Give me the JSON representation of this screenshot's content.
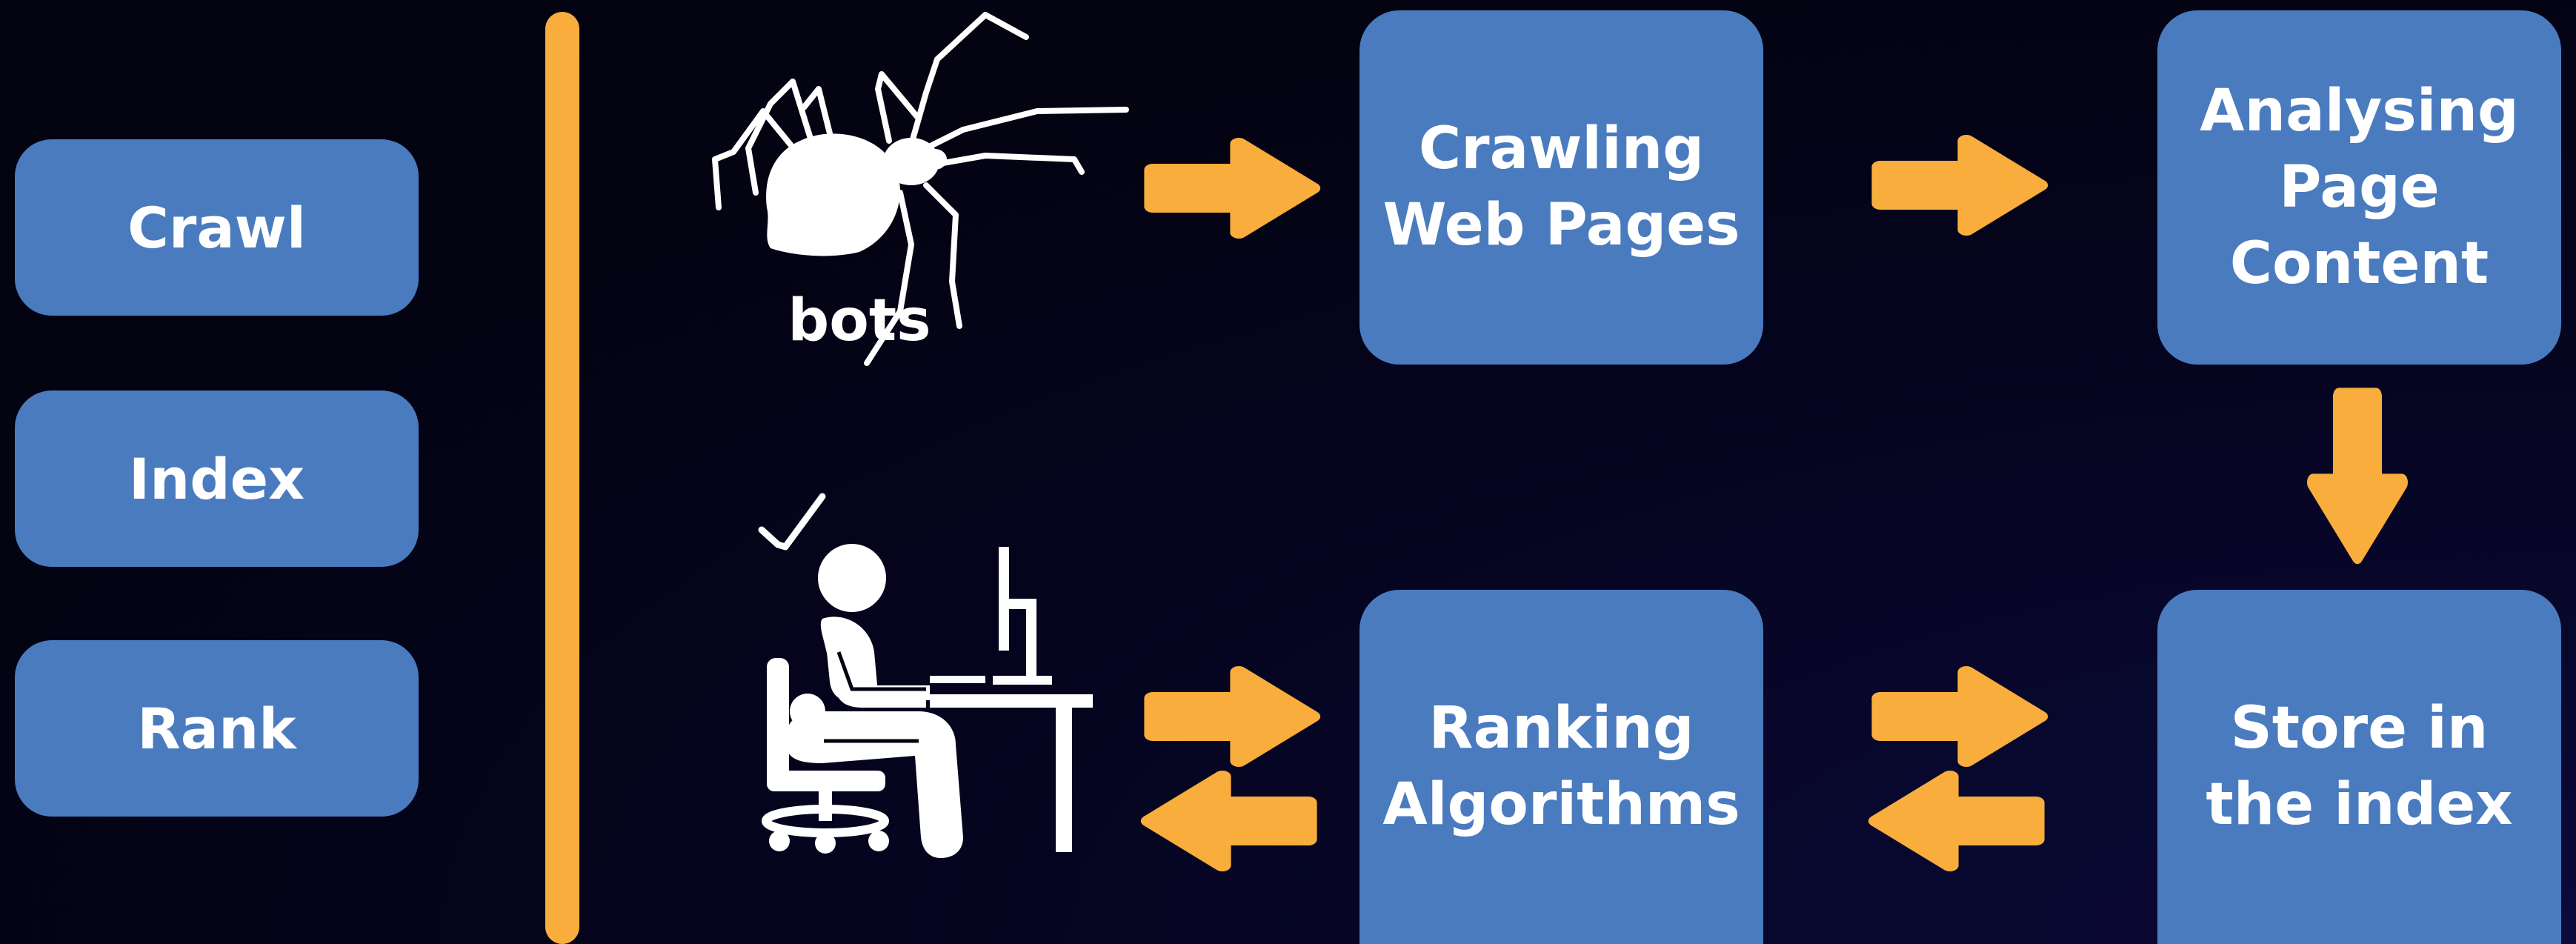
{
  "side_steps": [
    {
      "label": "Crawl"
    },
    {
      "label": "Index"
    },
    {
      "label": "Rank"
    }
  ],
  "bots_label": "bots",
  "flow": {
    "crawling": "Crawling\nWeb Pages",
    "analysing": "Analysing\nPage\nContent",
    "store": "Store in\nthe index",
    "ranking": "Ranking\nAlgorithms"
  },
  "icons": {
    "spider": "spider-icon",
    "person": "person-at-desk-icon",
    "check": "checkmark-icon"
  },
  "colors": {
    "box": "#4a7bbf",
    "accent": "#f8ad3c",
    "text": "#ffffff",
    "background": "#030312"
  }
}
